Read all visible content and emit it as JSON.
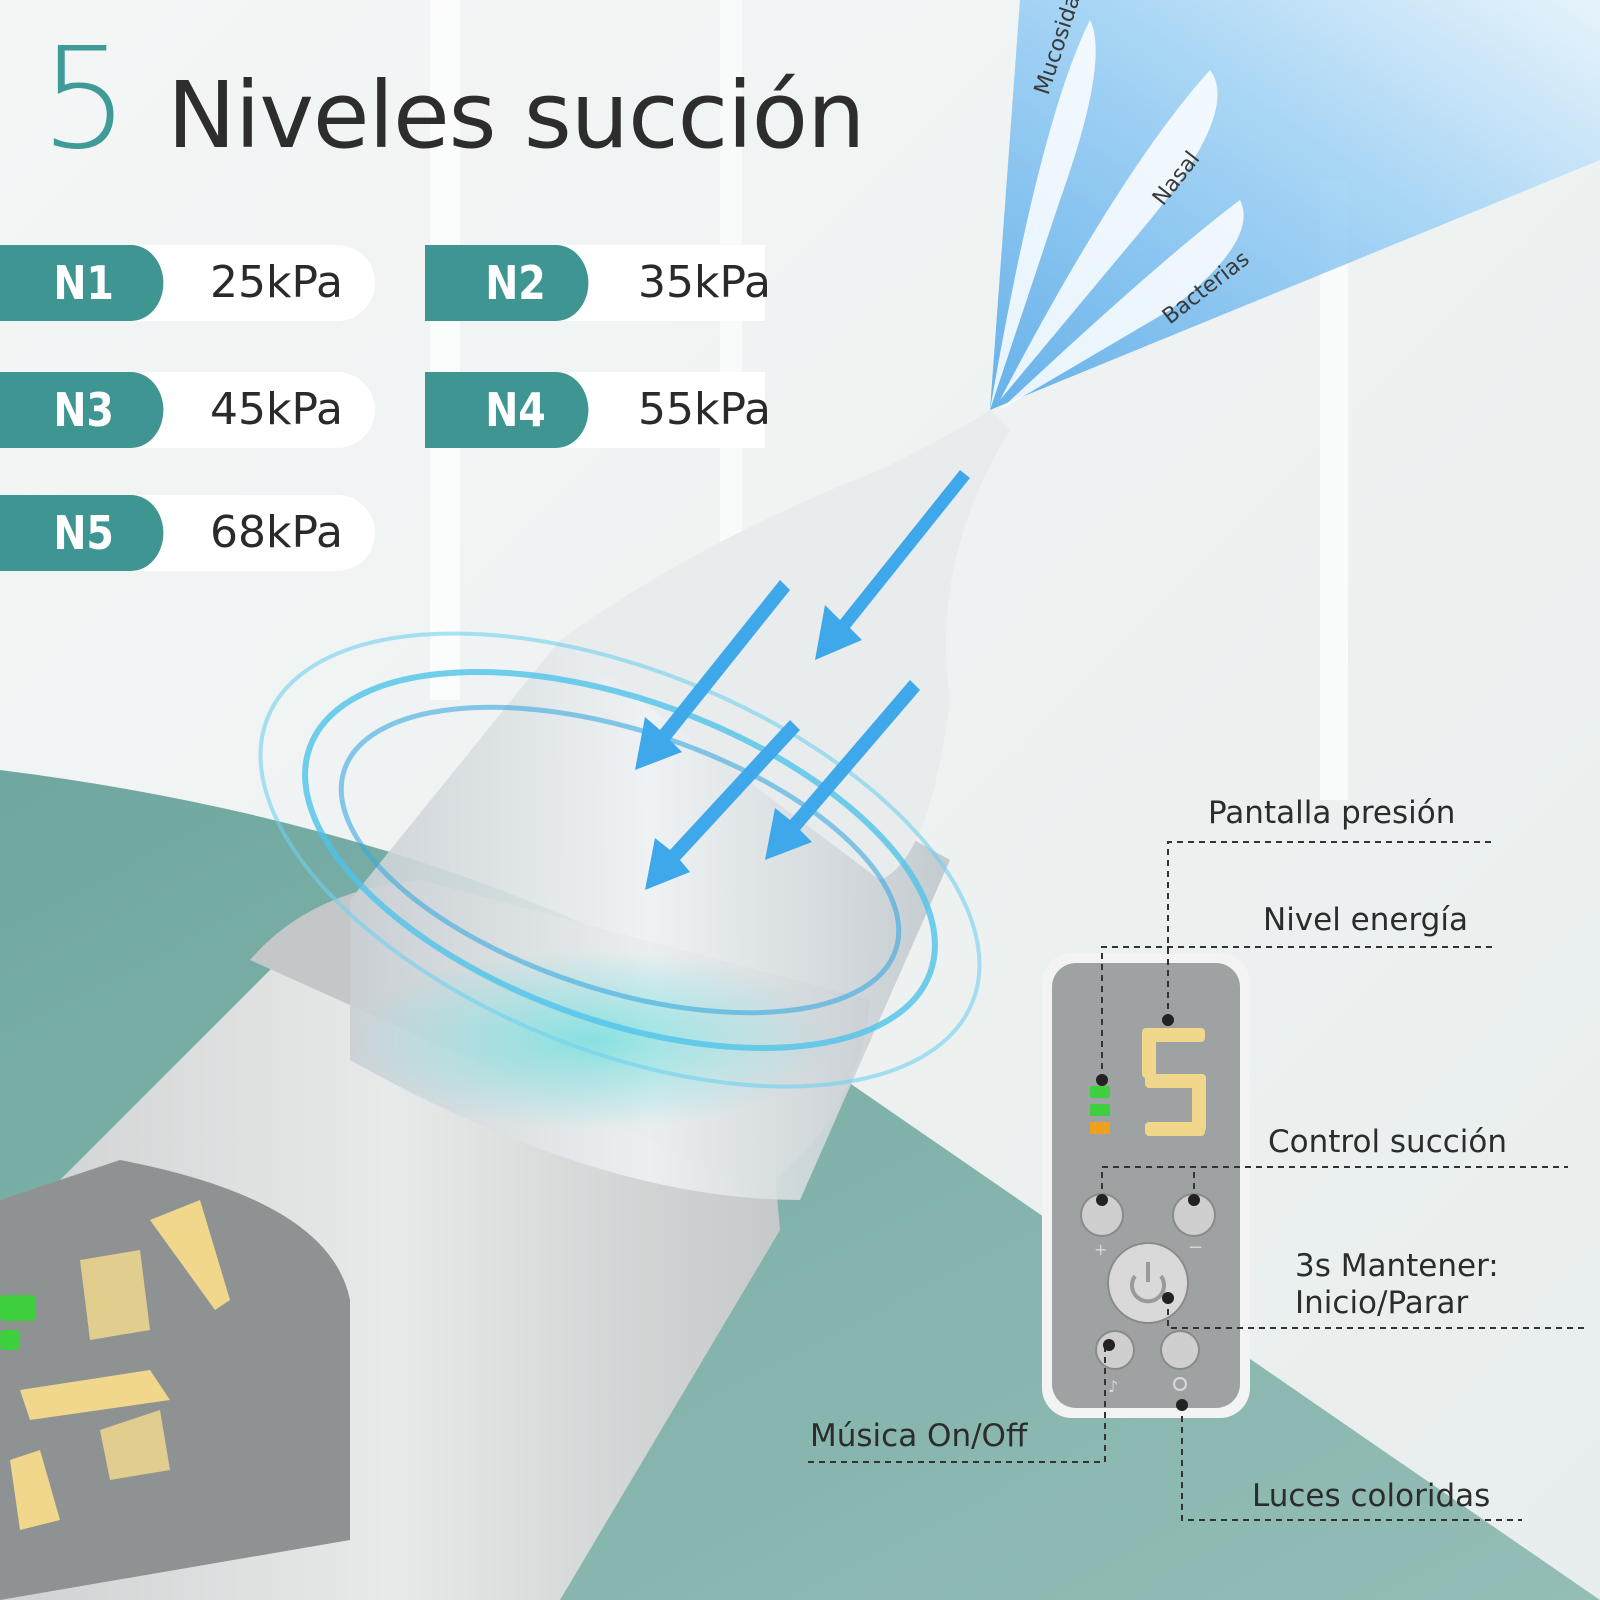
{
  "headline": {
    "number": "5",
    "text": "Niveles succión"
  },
  "levels": [
    {
      "name": "N1",
      "pressure": "25kPa"
    },
    {
      "name": "N2",
      "pressure": "35kPa"
    },
    {
      "name": "N3",
      "pressure": "45kPa"
    },
    {
      "name": "N4",
      "pressure": "55kPa"
    },
    {
      "name": "N5",
      "pressure": "68kPa"
    }
  ],
  "spray_labels": {
    "mucus": "Mucosidad",
    "nasal": "Nasal",
    "bacteria": "Bacterias"
  },
  "callouts": {
    "pressure_display": "Pantalla presión",
    "battery_level": "Nivel energía",
    "suction_control": "Control succión",
    "hold_line1": "3s Mantener:",
    "hold_line2": "Inicio/Parar",
    "music": "Música On/Off",
    "lights": "Luces coloridas"
  },
  "display_digit": "5",
  "colors": {
    "accent": "#3f9591",
    "digit": "#f0d78c",
    "battery_green": "#3ecf3e",
    "battery_orange": "#f0a020"
  }
}
